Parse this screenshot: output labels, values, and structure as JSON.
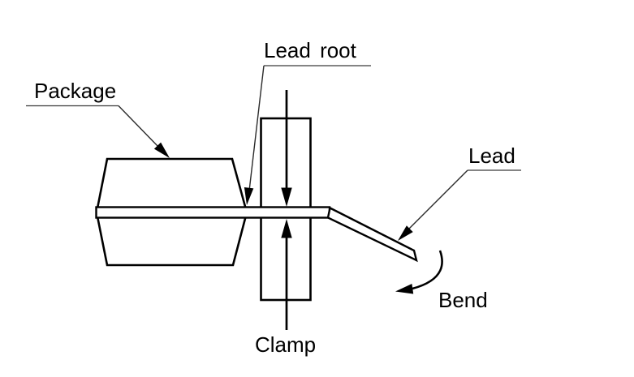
{
  "diagram": {
    "description": "Lead bending diagram showing a package with a lead clamped near the lead root and bent downward",
    "labels": {
      "package": "Package",
      "lead_root": "Lead root",
      "lead": "Lead",
      "bend": "Bend",
      "clamp": "Clamp"
    },
    "colors": {
      "background": "#ffffff",
      "line": "#000000",
      "leader_line": "#2b2b2b",
      "clamp_fill": "#dcdcdc",
      "text": "#000000"
    }
  }
}
